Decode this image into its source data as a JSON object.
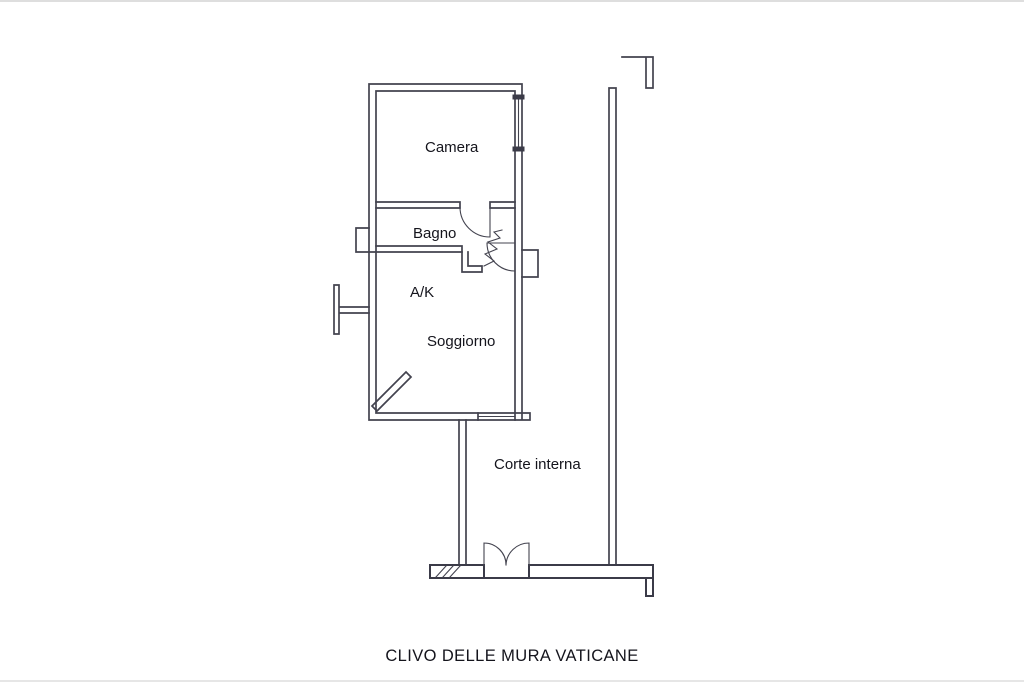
{
  "document": {
    "type": "scanned floor plan",
    "caption": "CLIVO DELLE MURA VATICANE"
  },
  "floor_plan": {
    "rooms": [
      {
        "id": "camera",
        "label": "Camera"
      },
      {
        "id": "bagno",
        "label": "Bagno"
      },
      {
        "id": "ak",
        "label": "A/K"
      },
      {
        "id": "soggiorno",
        "label": "Soggiorno"
      },
      {
        "id": "corte_interna",
        "label": "Corte interna"
      }
    ],
    "symbols": [
      "window",
      "door-swing",
      "double-door",
      "radiator",
      "wall-hatch"
    ],
    "colors": {
      "wall_line": "#43434f",
      "label_text": "#14141c",
      "background": "#ffffff"
    }
  }
}
